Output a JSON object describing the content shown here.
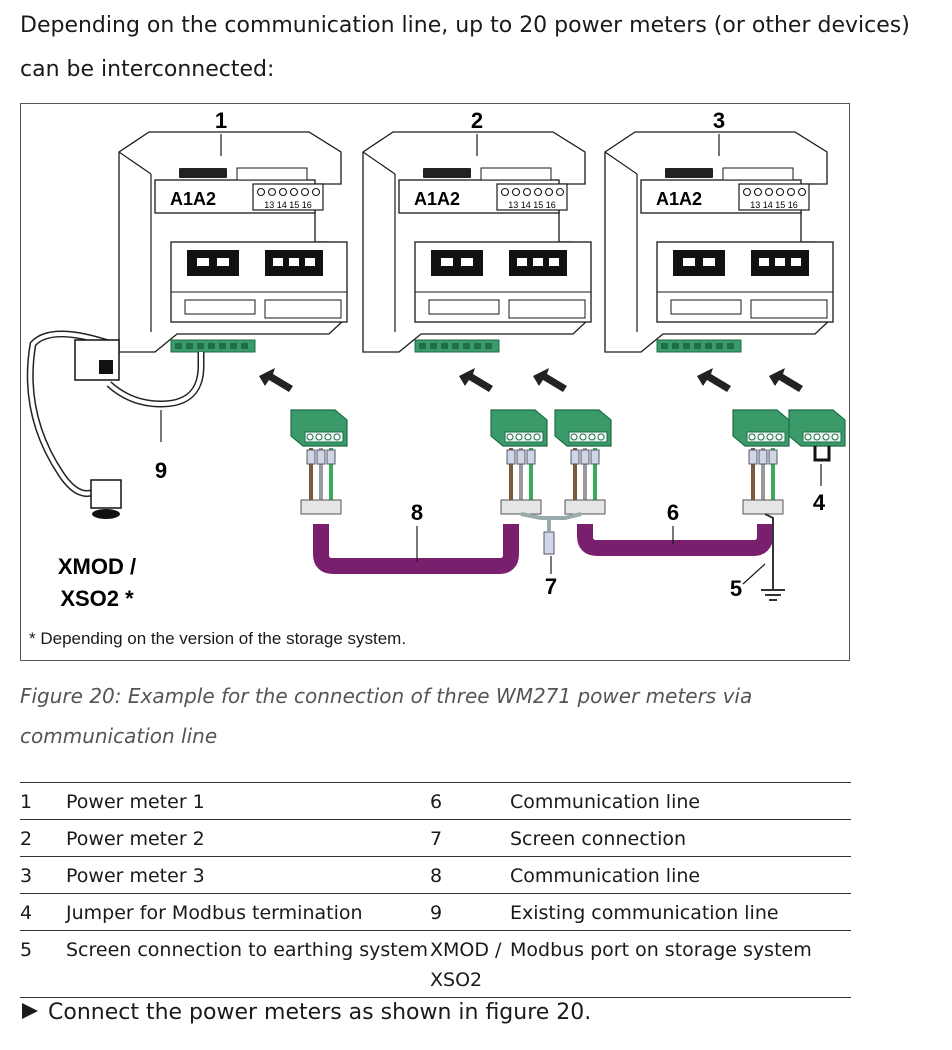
{
  "intro_text": "Depending on the communication line, up to 20 power meters (or other devices) can be interconnected:",
  "figure": {
    "callouts": [
      "1",
      "2",
      "3",
      "4",
      "5",
      "6",
      "7",
      "8",
      "9"
    ],
    "meter_label": "A1A2",
    "terminal_label": "13 14 15 16",
    "port_label_line1": "XMOD /",
    "port_label_line2": "XSO2 *",
    "footnote": "* Depending on the version of the storage system."
  },
  "caption": "Figure 20: Example for the connection of three WM271 power meters via communication line",
  "legend": [
    {
      "num": "1",
      "desc": "Power meter 1",
      "num2": "6",
      "desc2": "Communication line"
    },
    {
      "num": "2",
      "desc": "Power meter 2",
      "num2": "7",
      "desc2": "Screen connection"
    },
    {
      "num": "3",
      "desc": "Power meter 3",
      "num2": "8",
      "desc2": "Communication line"
    },
    {
      "num": "4",
      "desc": "Jumper for Modbus termination",
      "num2": "9",
      "desc2": "Existing communication line"
    },
    {
      "num": "5",
      "desc": "Screen connection to earthing system",
      "num2": "XMOD / XSO2",
      "desc2": "Modbus port on storage system"
    }
  ],
  "instruction": "Connect the power meters as shown in figure 20.",
  "colors": {
    "cable": "#7a1f6e",
    "connector": "#3a9a6a",
    "connector_dark": "#1f6e48",
    "line": "#1a1a1a"
  }
}
